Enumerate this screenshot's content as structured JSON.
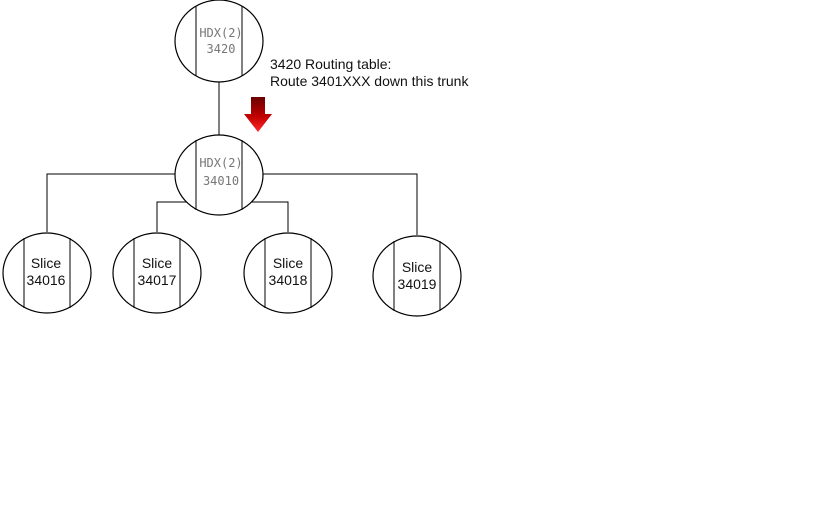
{
  "nodes": {
    "root": {
      "line1": "HDX(2)",
      "line2": "3420"
    },
    "hub": {
      "line1": "HDX(2)",
      "line2": "34010"
    },
    "slices": [
      {
        "line1": "Slice",
        "line2": "34016"
      },
      {
        "line1": "Slice",
        "line2": "34017"
      },
      {
        "line1": "Slice",
        "line2": "34018"
      },
      {
        "line1": "Slice",
        "line2": "34019"
      }
    ]
  },
  "annotation": {
    "line1": "3420 Routing table:",
    "line2": "Route 3401XXX down this trunk"
  },
  "colors": {
    "arrow_top": "#6a0000",
    "arrow_bottom": "#ff1a1a",
    "mono_text": "#777777",
    "text": "#111111"
  },
  "icons": {
    "arrow": "down-arrow-icon"
  }
}
